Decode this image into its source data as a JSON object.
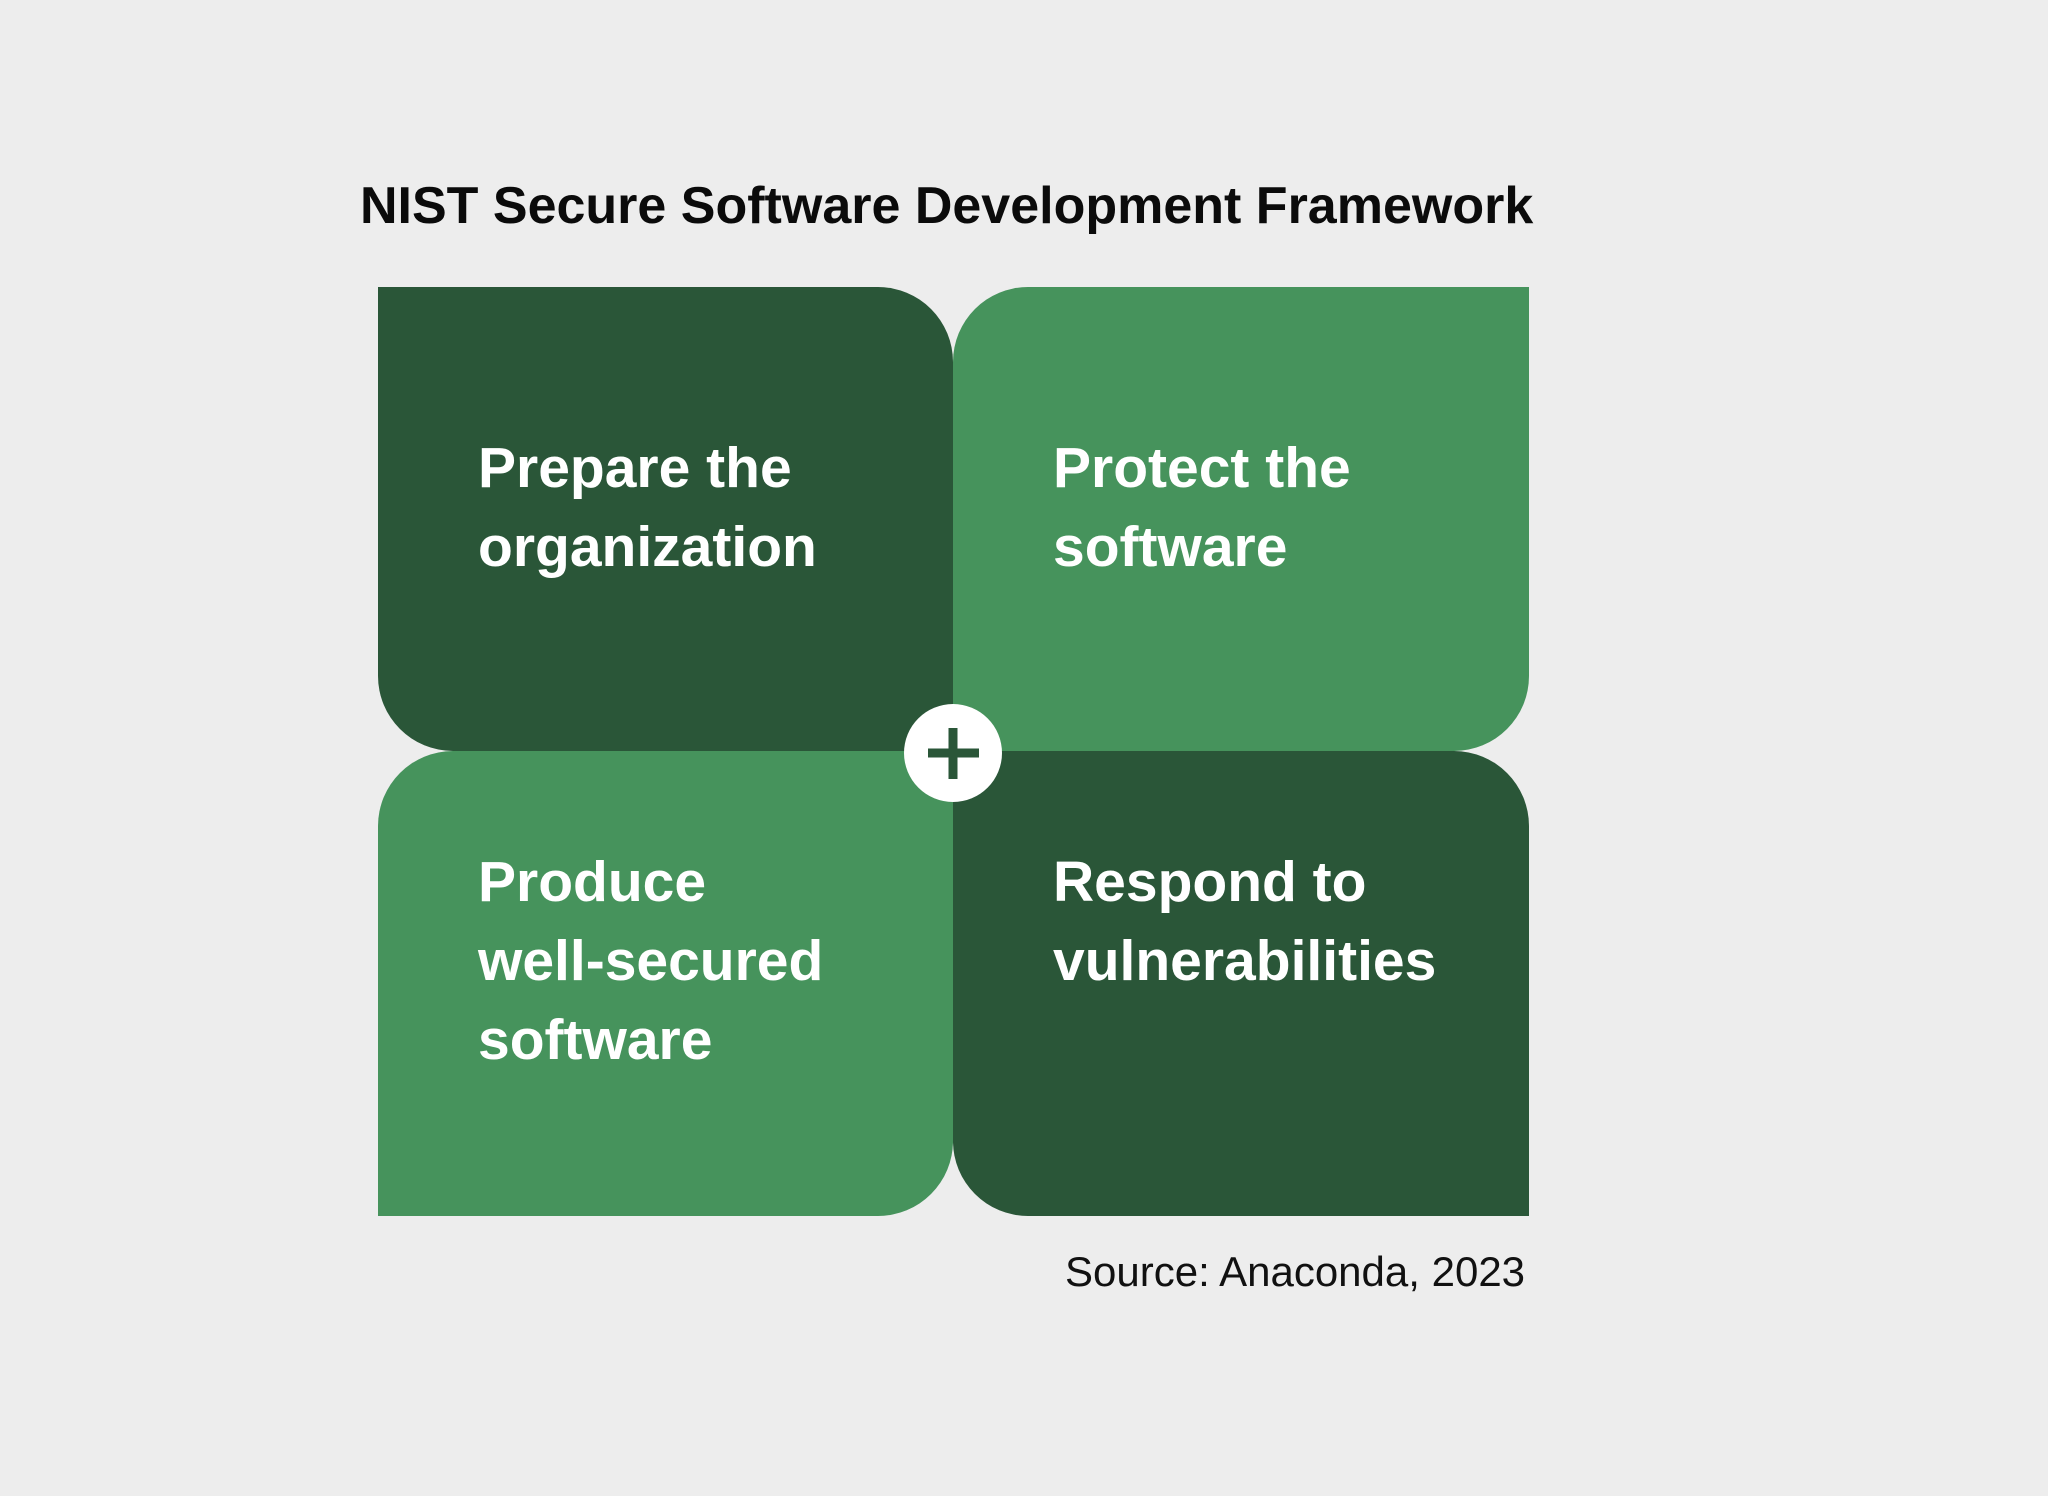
{
  "title": "NIST Secure Software Development Framework",
  "quadrants": [
    {
      "id": "prepare",
      "position": "top-left",
      "tone": "dark",
      "label": "Prepare the\norganization"
    },
    {
      "id": "protect",
      "position": "top-right",
      "tone": "medium",
      "label": "Protect the\nsoftware"
    },
    {
      "id": "produce",
      "position": "bottom-left",
      "tone": "medium",
      "label": "Produce\nwell-secured\nsoftware"
    },
    {
      "id": "respond",
      "position": "bottom-right",
      "tone": "dark",
      "label": "Respond to\nvulnerabilities"
    }
  ],
  "center_icon": "plus",
  "source": {
    "text": "Source: Anaconda, 2023"
  },
  "colors": {
    "background": "#EDEDED",
    "dark_green": "#2A5638",
    "medium_green": "#46935C",
    "text_on_green": "#FFFFFF",
    "title_text": "#0B0B0B",
    "source_text": "#111111",
    "circle": "#FFFFFF",
    "plus": "#2A5638"
  }
}
